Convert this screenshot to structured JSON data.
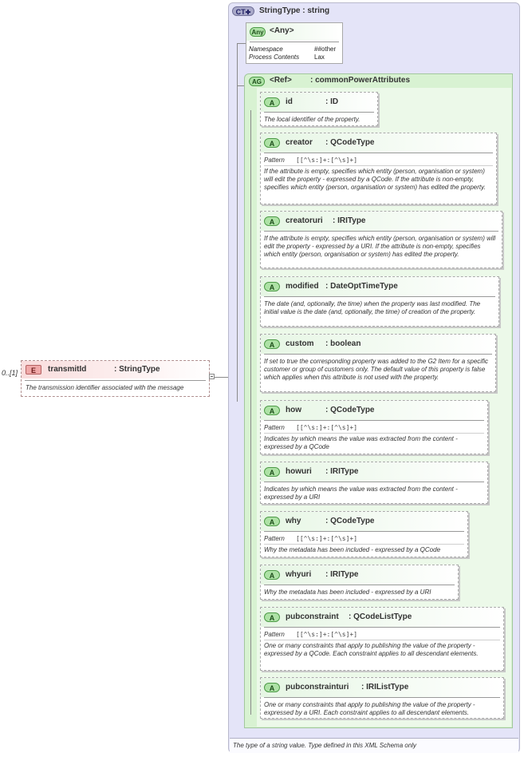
{
  "element": {
    "occurrence": "0..[1]",
    "badge": "E",
    "name": "transmitId",
    "type": ": StringType",
    "doc": "The transmission identifier associated with the message"
  },
  "complex_type": {
    "badge": "CT",
    "title": "StringType : string",
    "footer": "The type of a string value. Type defined in this XML Schema only"
  },
  "any": {
    "badge": "Any",
    "title": "<Any>",
    "namespace_label": "Namespace",
    "namespace_value": "##other",
    "process_label": "Process Contents",
    "process_value": "Lax"
  },
  "attribute_group": {
    "badge": "AG",
    "ref": "<Ref>",
    "name": ": commonPowerAttributes"
  },
  "attributes": [
    {
      "badge": "A",
      "name": "id",
      "type": ": ID",
      "pattern_label": "",
      "pattern": "",
      "doc": "The local identifier of the property."
    },
    {
      "badge": "A",
      "name": "creator",
      "type": ": QCodeType",
      "pattern_label": "Pattern",
      "pattern": "[[^\\s:]+:[^\\s]+]",
      "doc": "If the attribute is empty, specifies which entity (person, organisation or system) will edit the property - expressed by a QCode. If the attribute is non-empty, specifies which entity (person, organisation or system) has edited the property."
    },
    {
      "badge": "A",
      "name": "creatoruri",
      "type": ": IRIType",
      "pattern_label": "",
      "pattern": "",
      "doc": "If the attribute is empty, specifies which entity (person, organisation or system) will edit the property - expressed by a URI. If the attribute is non-empty, specifies which entity (person, organisation or system) has edited the property."
    },
    {
      "badge": "A",
      "name": "modified",
      "type": ": DateOptTimeType",
      "pattern_label": "",
      "pattern": "",
      "doc": "The date (and, optionally, the time) when the property was last modified. The initial value is the date (and, optionally, the time) of creation of the property."
    },
    {
      "badge": "A",
      "name": "custom",
      "type": ": boolean",
      "pattern_label": "",
      "pattern": "",
      "doc": "If set to true the corresponding property was added to the G2 Item for a specific customer or group of customers only. The default value of this property is false which applies when this attribute is not used with the property."
    },
    {
      "badge": "A",
      "name": "how",
      "type": ": QCodeType",
      "pattern_label": "Pattern",
      "pattern": "[[^\\s:]+:[^\\s]+]",
      "doc": "Indicates by which means the value was extracted from the content - expressed by a QCode"
    },
    {
      "badge": "A",
      "name": "howuri",
      "type": ": IRIType",
      "pattern_label": "",
      "pattern": "",
      "doc": "Indicates by which means the value was extracted from the content - expressed by a URI"
    },
    {
      "badge": "A",
      "name": "why",
      "type": ": QCodeType",
      "pattern_label": "Pattern",
      "pattern": "[[^\\s:]+:[^\\s]+]",
      "doc": "Why the metadata has been included - expressed by a QCode"
    },
    {
      "badge": "A",
      "name": "whyuri",
      "type": ": IRIType",
      "pattern_label": "",
      "pattern": "",
      "doc": "Why the metadata has been included - expressed by a URI"
    },
    {
      "badge": "A",
      "name": "pubconstraint",
      "type": ": QCodeListType",
      "pattern_label": "Pattern",
      "pattern": "[[^\\s:]+:[^\\s]+]",
      "doc": "One or many constraints that apply to publishing the value of the property - expressed by a QCode. Each constraint applies to all descendant elements."
    },
    {
      "badge": "A",
      "name": "pubconstrainturi",
      "type": ": IRIListType",
      "pattern_label": "",
      "pattern": "",
      "doc": "One or many constraints that apply to publishing the value of the property - expressed by a URI. Each constraint applies to all descendant elements."
    }
  ]
}
